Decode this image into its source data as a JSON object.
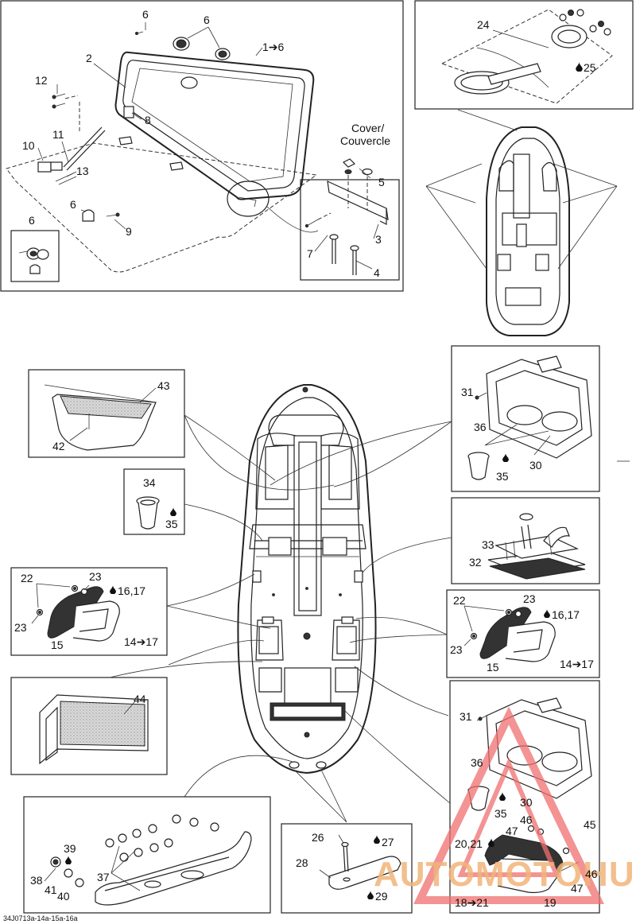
{
  "callouts": {
    "c1": "6",
    "c2": "6",
    "c3": "1➔6",
    "c4": "2",
    "c5": "12",
    "c6": "11",
    "c7": "10",
    "c8": "8",
    "c9": "13",
    "c10": "6",
    "c11": "9",
    "c12": "6",
    "c13": "24",
    "c14": "25",
    "c15": "5",
    "c16": "7",
    "c17": "3",
    "c18": "4",
    "c19": "43",
    "c20": "42",
    "c21": "31",
    "c22": "36",
    "c23": "30",
    "c24": "35",
    "c25": "34",
    "c26": "35",
    "c27": "33",
    "c28": "32",
    "c29": "22",
    "c30": "23",
    "c31": "16,17",
    "c32": "23",
    "c33": "15",
    "c34": "14➔17",
    "c35": "22",
    "c36": "23",
    "c37": "16,17",
    "c38": "23",
    "c39": "15",
    "c40": "14➔17",
    "c41": "44",
    "c42": "31",
    "c43": "36",
    "c44": "30",
    "c45": "35",
    "c46": "46",
    "c47": "45",
    "c48": "47",
    "c49": "20,21",
    "c50": "46",
    "c51": "47",
    "c52": "18➔21",
    "c53": "19",
    "c54": "39",
    "c55": "38",
    "c56": "41",
    "c57": "40",
    "c58": "37",
    "c59": "26",
    "c60": "27",
    "c61": "28",
    "c62": "29"
  },
  "cover_label_line1": "Cover/",
  "cover_label_line2": "Couvercle",
  "footer_code": "34J0713a-14a-15a-16a",
  "watermark": "AUTOMOTOHUB",
  "colors": {
    "watermark": "#f0b47a",
    "watermark_triangle": "#ef6f6f",
    "line": "#222222"
  },
  "icons": [
    "drop-icon"
  ]
}
